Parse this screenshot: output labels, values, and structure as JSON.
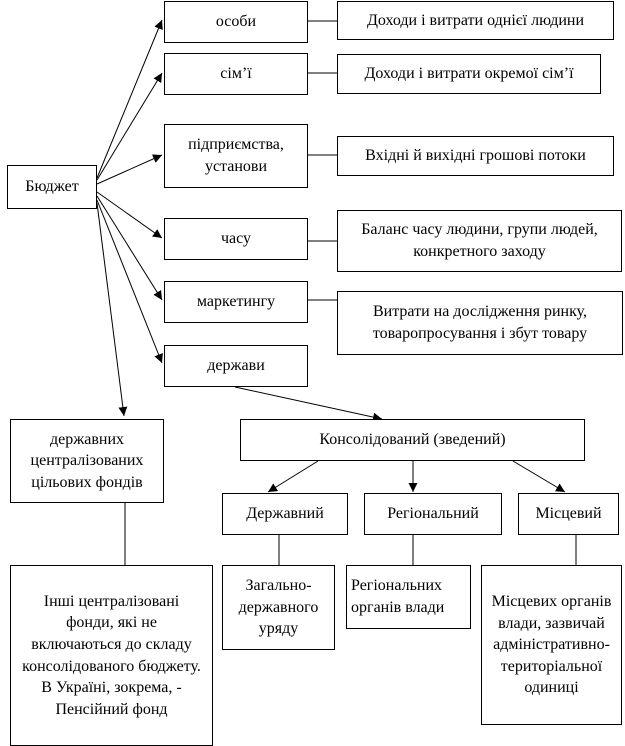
{
  "diagram": {
    "root": "Бюджет",
    "categories": {
      "persons": "особи",
      "family": "сім’ї",
      "enterprises": "підприємства, установи",
      "time": "часу",
      "marketing": "маркетингу",
      "state": "держави",
      "funds": "державних централізованих цільових фондів"
    },
    "descriptions": {
      "persons": "Доходи і витрати однієї людини",
      "family": "Доходи і витрати окремої сім’ї",
      "enterprises": "Вхідні й вихідні грошові потоки",
      "time": "Баланс часу людини, групи людей, конкретного заходу",
      "marketing": "Витрати на дослідження ринку, товаропросування і збут товару",
      "funds": "Інші централізовані фонди, які не включаються до складу консолідованого бюджету. В Україні, зокрема, - Пенсійний фонд"
    },
    "consolidated": "Консолідований (зведений)",
    "levels": {
      "state": "Державний",
      "regional": "Регіональний",
      "local": "Місцевий"
    },
    "level_descriptions": {
      "state": "Загально-державного уряду",
      "regional": "Регіональних органів влади",
      "local": "Місцевих органів влади, зазвичай адміністративно-територіальної одиниці"
    }
  }
}
